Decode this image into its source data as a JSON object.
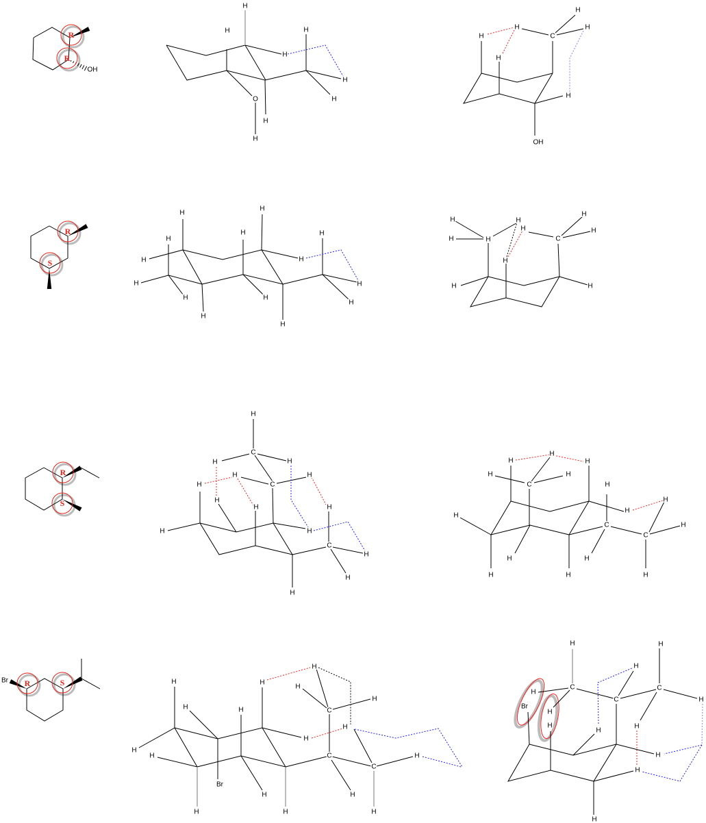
{
  "atoms": {
    "H": "H",
    "C": "C",
    "O": "O",
    "OH": "OH",
    "Br": "Br"
  },
  "stereo": {
    "R": "R",
    "S": "S"
  },
  "colors": {
    "bond": "#000000",
    "bond_back": "#aaaaaa",
    "clash": "#ff2020",
    "contact": "#2020ff",
    "contact_light": "#9999ff",
    "descriptor": "#e8231a",
    "shadow": "#bbbbbb"
  }
}
